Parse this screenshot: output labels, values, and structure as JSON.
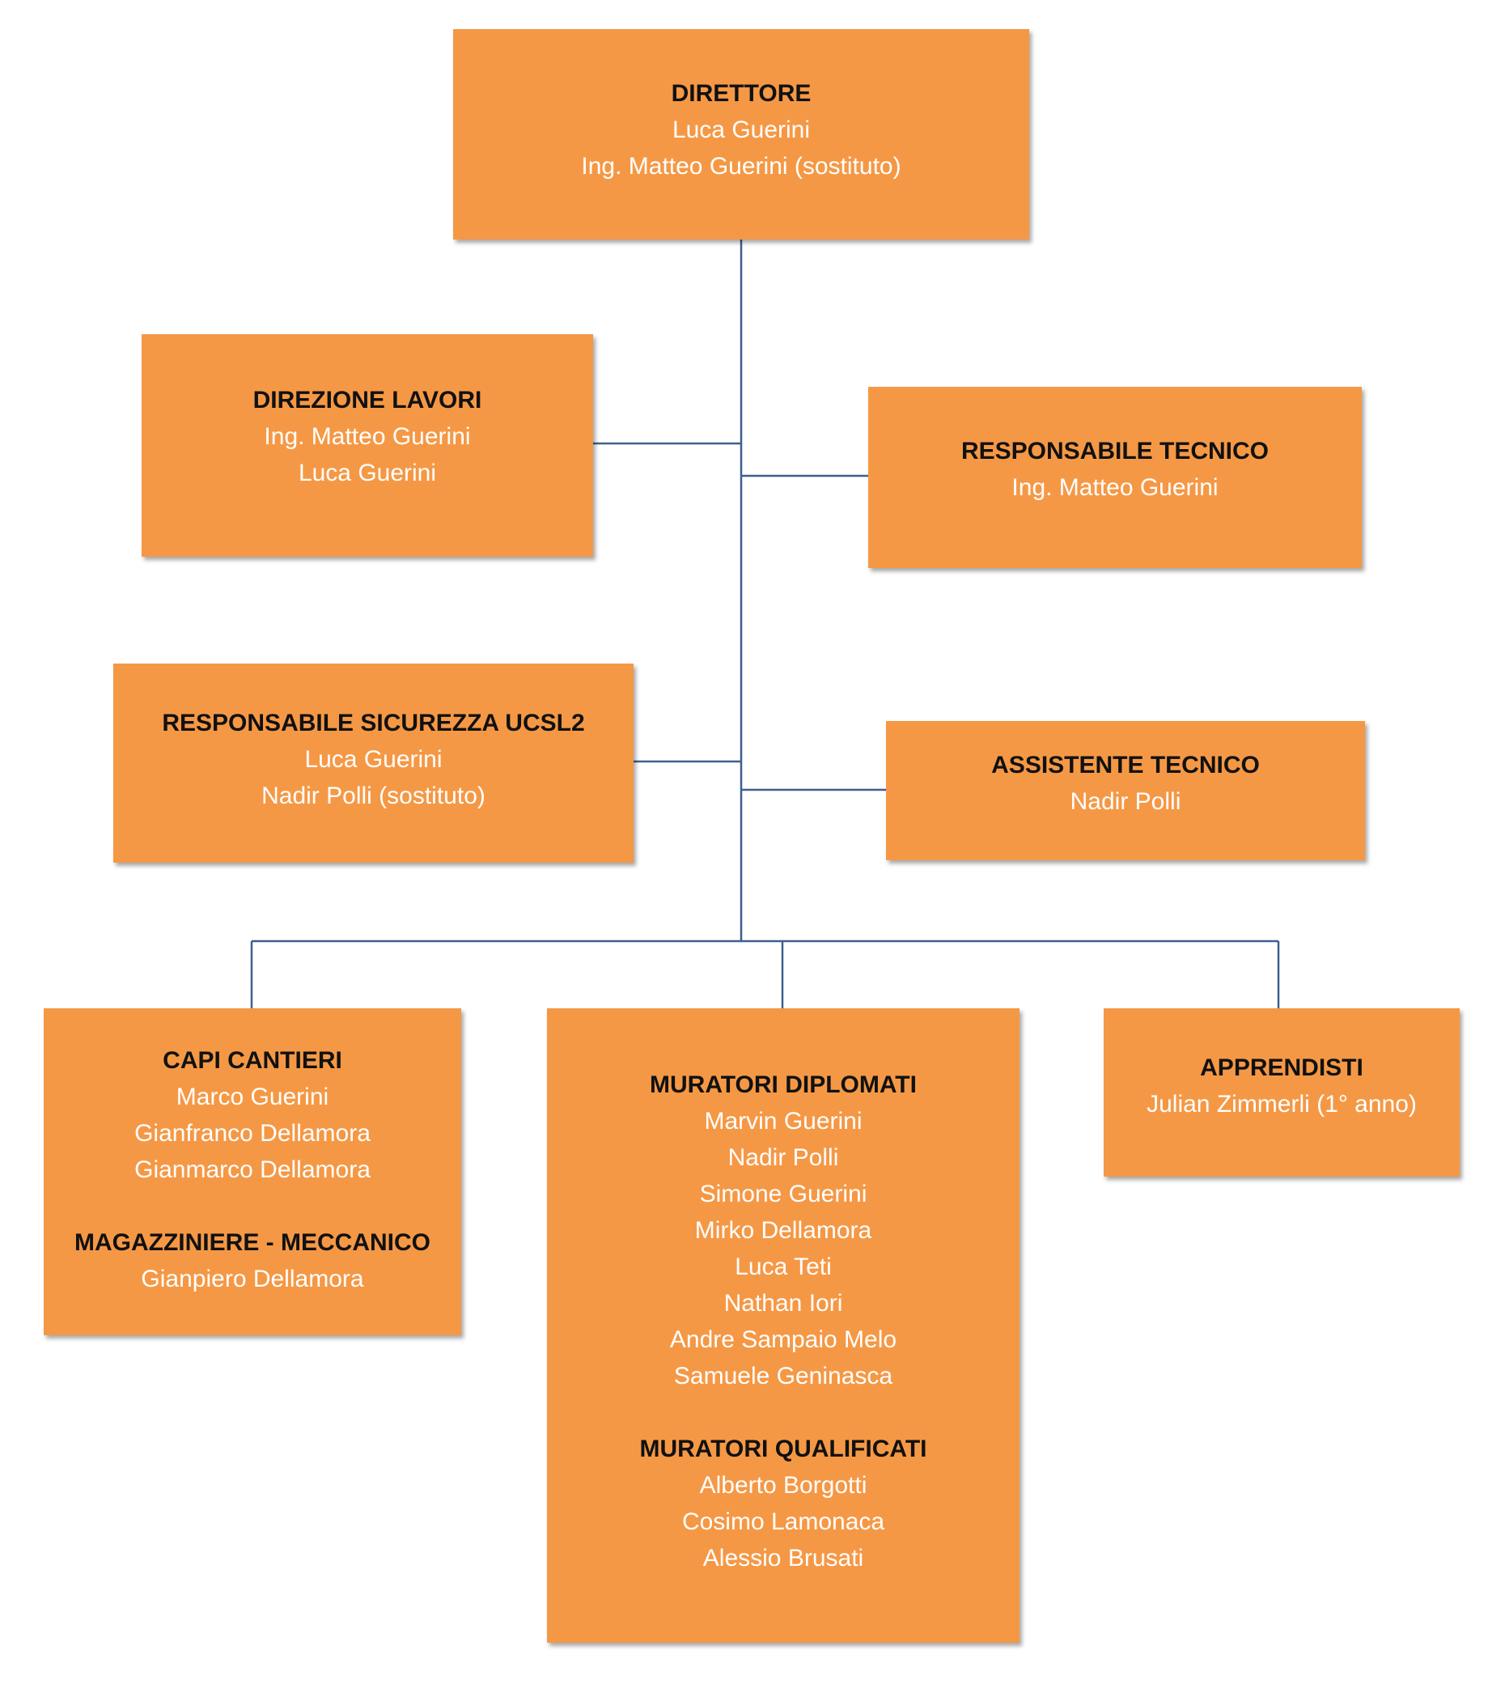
{
  "nodes": {
    "direttore": {
      "title": "DIRETTORE",
      "members": [
        "Luca Guerini",
        "Ing. Matteo Guerini (sostituto)"
      ]
    },
    "direzione_lavori": {
      "title": "DIREZIONE LAVORI",
      "members": [
        "Ing. Matteo Guerini",
        "Luca Guerini"
      ]
    },
    "responsabile_tecnico": {
      "title": "RESPONSABILE TECNICO",
      "members": [
        "Ing. Matteo Guerini"
      ]
    },
    "responsabile_sicurezza": {
      "title": "RESPONSABILE SICUREZZA UCSL2",
      "members": [
        "Luca Guerini",
        "Nadir Polli (sostituto)"
      ]
    },
    "assistente_tecnico": {
      "title": "ASSISTENTE TECNICO",
      "members": [
        "Nadir Polli"
      ]
    },
    "capi_cantieri": {
      "title": "CAPI CANTIERI",
      "members": [
        "Marco Guerini",
        "Gianfranco Dellamora",
        "Gianmarco Dellamora"
      ]
    },
    "magazziniere": {
      "title": "MAGAZZINIERE - MECCANICO",
      "members": [
        "Gianpiero Dellamora"
      ]
    },
    "muratori_diplomati": {
      "title": "MURATORI DIPLOMATI",
      "members": [
        "Marvin Guerini",
        "Nadir Polli",
        "Simone Guerini",
        "Mirko Dellamora",
        "Luca Teti",
        "Nathan Iori",
        "Andre Sampaio Melo",
        "Samuele Geninasca"
      ]
    },
    "muratori_qualificati": {
      "title": "MURATORI QUALIFICATI",
      "members": [
        "Alberto Borgotti",
        "Cosimo Lamonaca",
        "Alessio Brusati"
      ]
    },
    "apprendisti": {
      "title": "APPRENDISTI",
      "members": [
        "Julian Zimmerli (1° anno)"
      ]
    }
  },
  "colors": {
    "box_fill": "#f59845",
    "title_text": "#111111",
    "name_text": "#ffffff",
    "connector": "#3f5f8f"
  }
}
